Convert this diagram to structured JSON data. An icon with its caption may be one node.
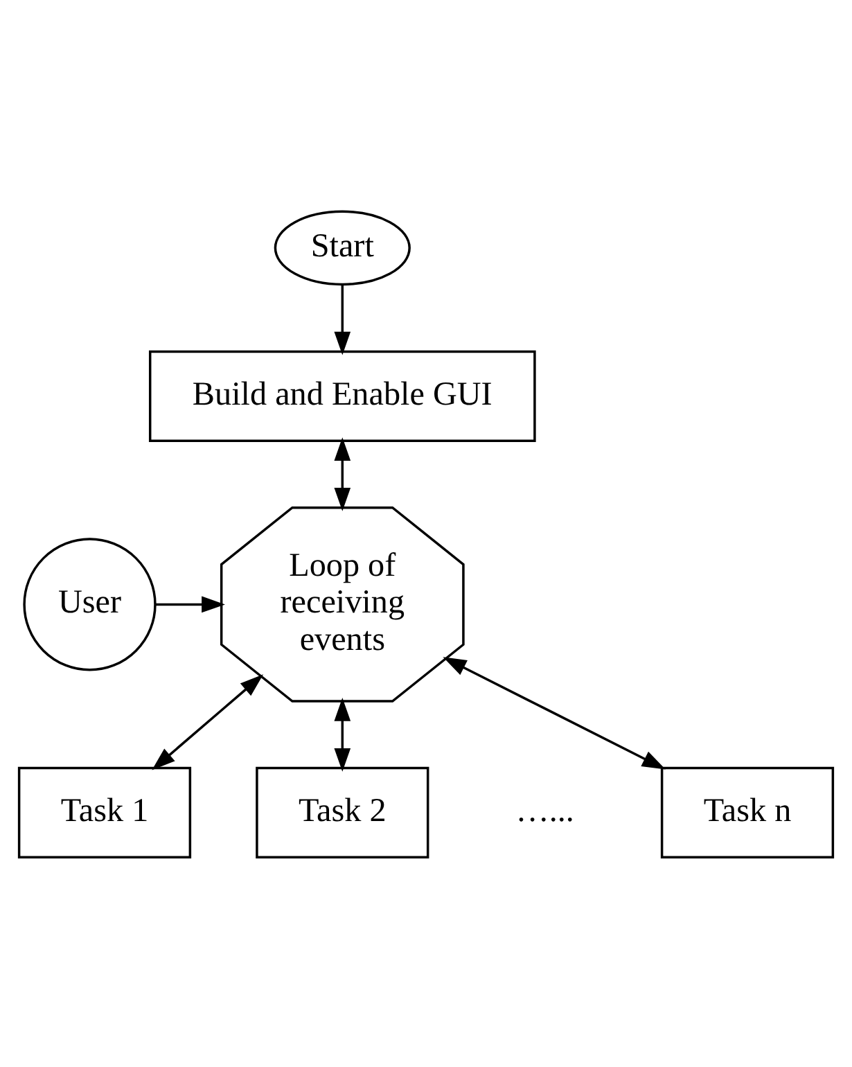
{
  "diagram": {
    "nodes": [
      {
        "text": [
          "Start"
        ]
      },
      {
        "text": [
          "Build and Enable GUI"
        ]
      },
      {
        "text": [
          "Loop of receiving events"
        ]
      },
      {
        "text": [
          "User"
        ]
      },
      {
        "text": [
          "Task 1"
        ]
      },
      {
        "text": [
          "Task 2"
        ]
      },
      {
        "text": [
          "Task n"
        ]
      }
    ],
    "edges": [
      {
        "from": 0,
        "to": 1,
        "arrow": "to"
      },
      {
        "from": 1,
        "to": 2,
        "arrow": "both"
      },
      {
        "from": 3,
        "to": 2,
        "arrow": "to"
      },
      {
        "from": 2,
        "to": 4,
        "arrow": "both"
      },
      {
        "from": 2,
        "to": 5,
        "arrow": "both"
      },
      {
        "from": 2,
        "to": 6,
        "arrow": "both"
      }
    ],
    "labels": [
      "…..."
    ]
  }
}
